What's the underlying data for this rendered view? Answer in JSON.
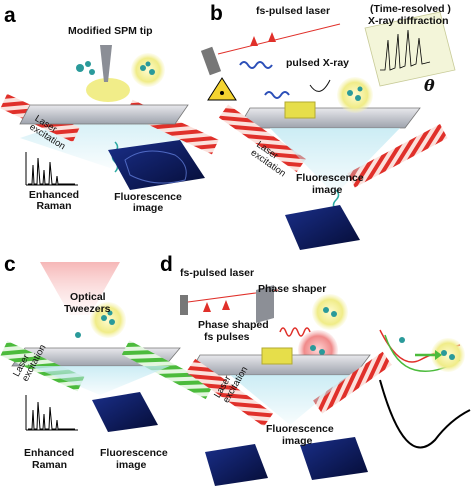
{
  "panels": {
    "a": {
      "letter": "a",
      "tip_label": "Modified SPM tip",
      "laser_label": "Laser excitation",
      "raman_label": "Enhanced Raman",
      "fluor_label": "Fluorescence image"
    },
    "b": {
      "letter": "b",
      "fs_laser_label": "fs-pulsed laser",
      "xray_diff_label_1": "(Time-resolved )",
      "xray_diff_label_2": "X-ray diffraction",
      "theta_label": "θ",
      "pulsed_xray_label": "pulsed X-ray",
      "laser_label": "Laser excitation",
      "fluor_label_1": "Fluorescence",
      "fluor_label_2": "image"
    },
    "c": {
      "letter": "c",
      "tweezers_label_1": "Optical",
      "tweezers_label_2": "Tweezers",
      "laser_label": "Laser excitation",
      "raman_label_1": "Enhanced",
      "raman_label_2": "Raman",
      "fluor_label_1": "Fluorescence",
      "fluor_label_2": "image"
    },
    "d": {
      "letter": "d",
      "fs_laser_label": "fs-pulsed laser",
      "phase_shaper_label": "Phase shaper",
      "shaped_label_1": "Phase shaped",
      "shaped_label_2": "fs pulses",
      "laser_label": "Laser excitation",
      "fluor_label_1": "Fluorescence",
      "fluor_label_2": "image"
    }
  },
  "colors": {
    "laser_red": "#e0302a",
    "laser_green": "#4cbb3c",
    "xray_blue": "#2c4fb8",
    "yellow_glow": "#f4f0a0",
    "fluor_dark": "#0a1a55",
    "raman_line": "#000000",
    "beam_cyan": "#7fd6d2"
  },
  "icons": {
    "hazard": "radiation-hazard-icon",
    "molecule": "molecule-icon"
  }
}
